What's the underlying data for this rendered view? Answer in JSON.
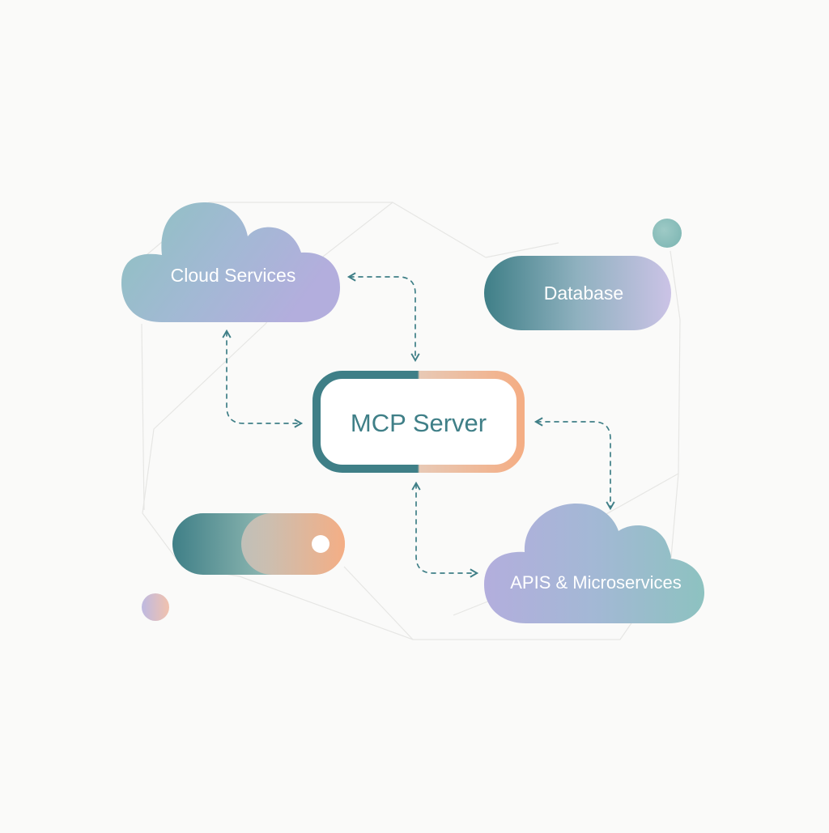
{
  "nodes": {
    "center": {
      "label": "MCP Server"
    },
    "cloud_services": {
      "label": "Cloud Services"
    },
    "database": {
      "label": "Database"
    },
    "apis": {
      "label": "APIS & Microservices"
    }
  },
  "connections": [
    {
      "from": "MCP Server",
      "to": "Cloud Services",
      "style": "dashed",
      "direction": "bidirectional"
    },
    {
      "from": "MCP Server",
      "to": "Cloud Services",
      "style": "dashed",
      "direction": "bidirectional"
    },
    {
      "from": "MCP Server",
      "to": "APIS & Microservices",
      "style": "dashed",
      "direction": "bidirectional"
    },
    {
      "from": "MCP Server",
      "to": "APIS & Microservices",
      "style": "dashed",
      "direction": "bidirectional"
    }
  ],
  "colors": {
    "background": "#fafaf9",
    "teal": "#3f7f87",
    "soft_teal": "#8dc2c0",
    "lavender": "#b3aedd",
    "peach": "#f4ae85",
    "text_light": "#ffffff",
    "text_dark": "#3f7f87",
    "frame_line": "#e6e6e4"
  },
  "icons": {
    "toggle": "toggle-switch-icon",
    "dot_top": "decorative-dot-icon",
    "dot_bottom": "decorative-dot-icon"
  }
}
